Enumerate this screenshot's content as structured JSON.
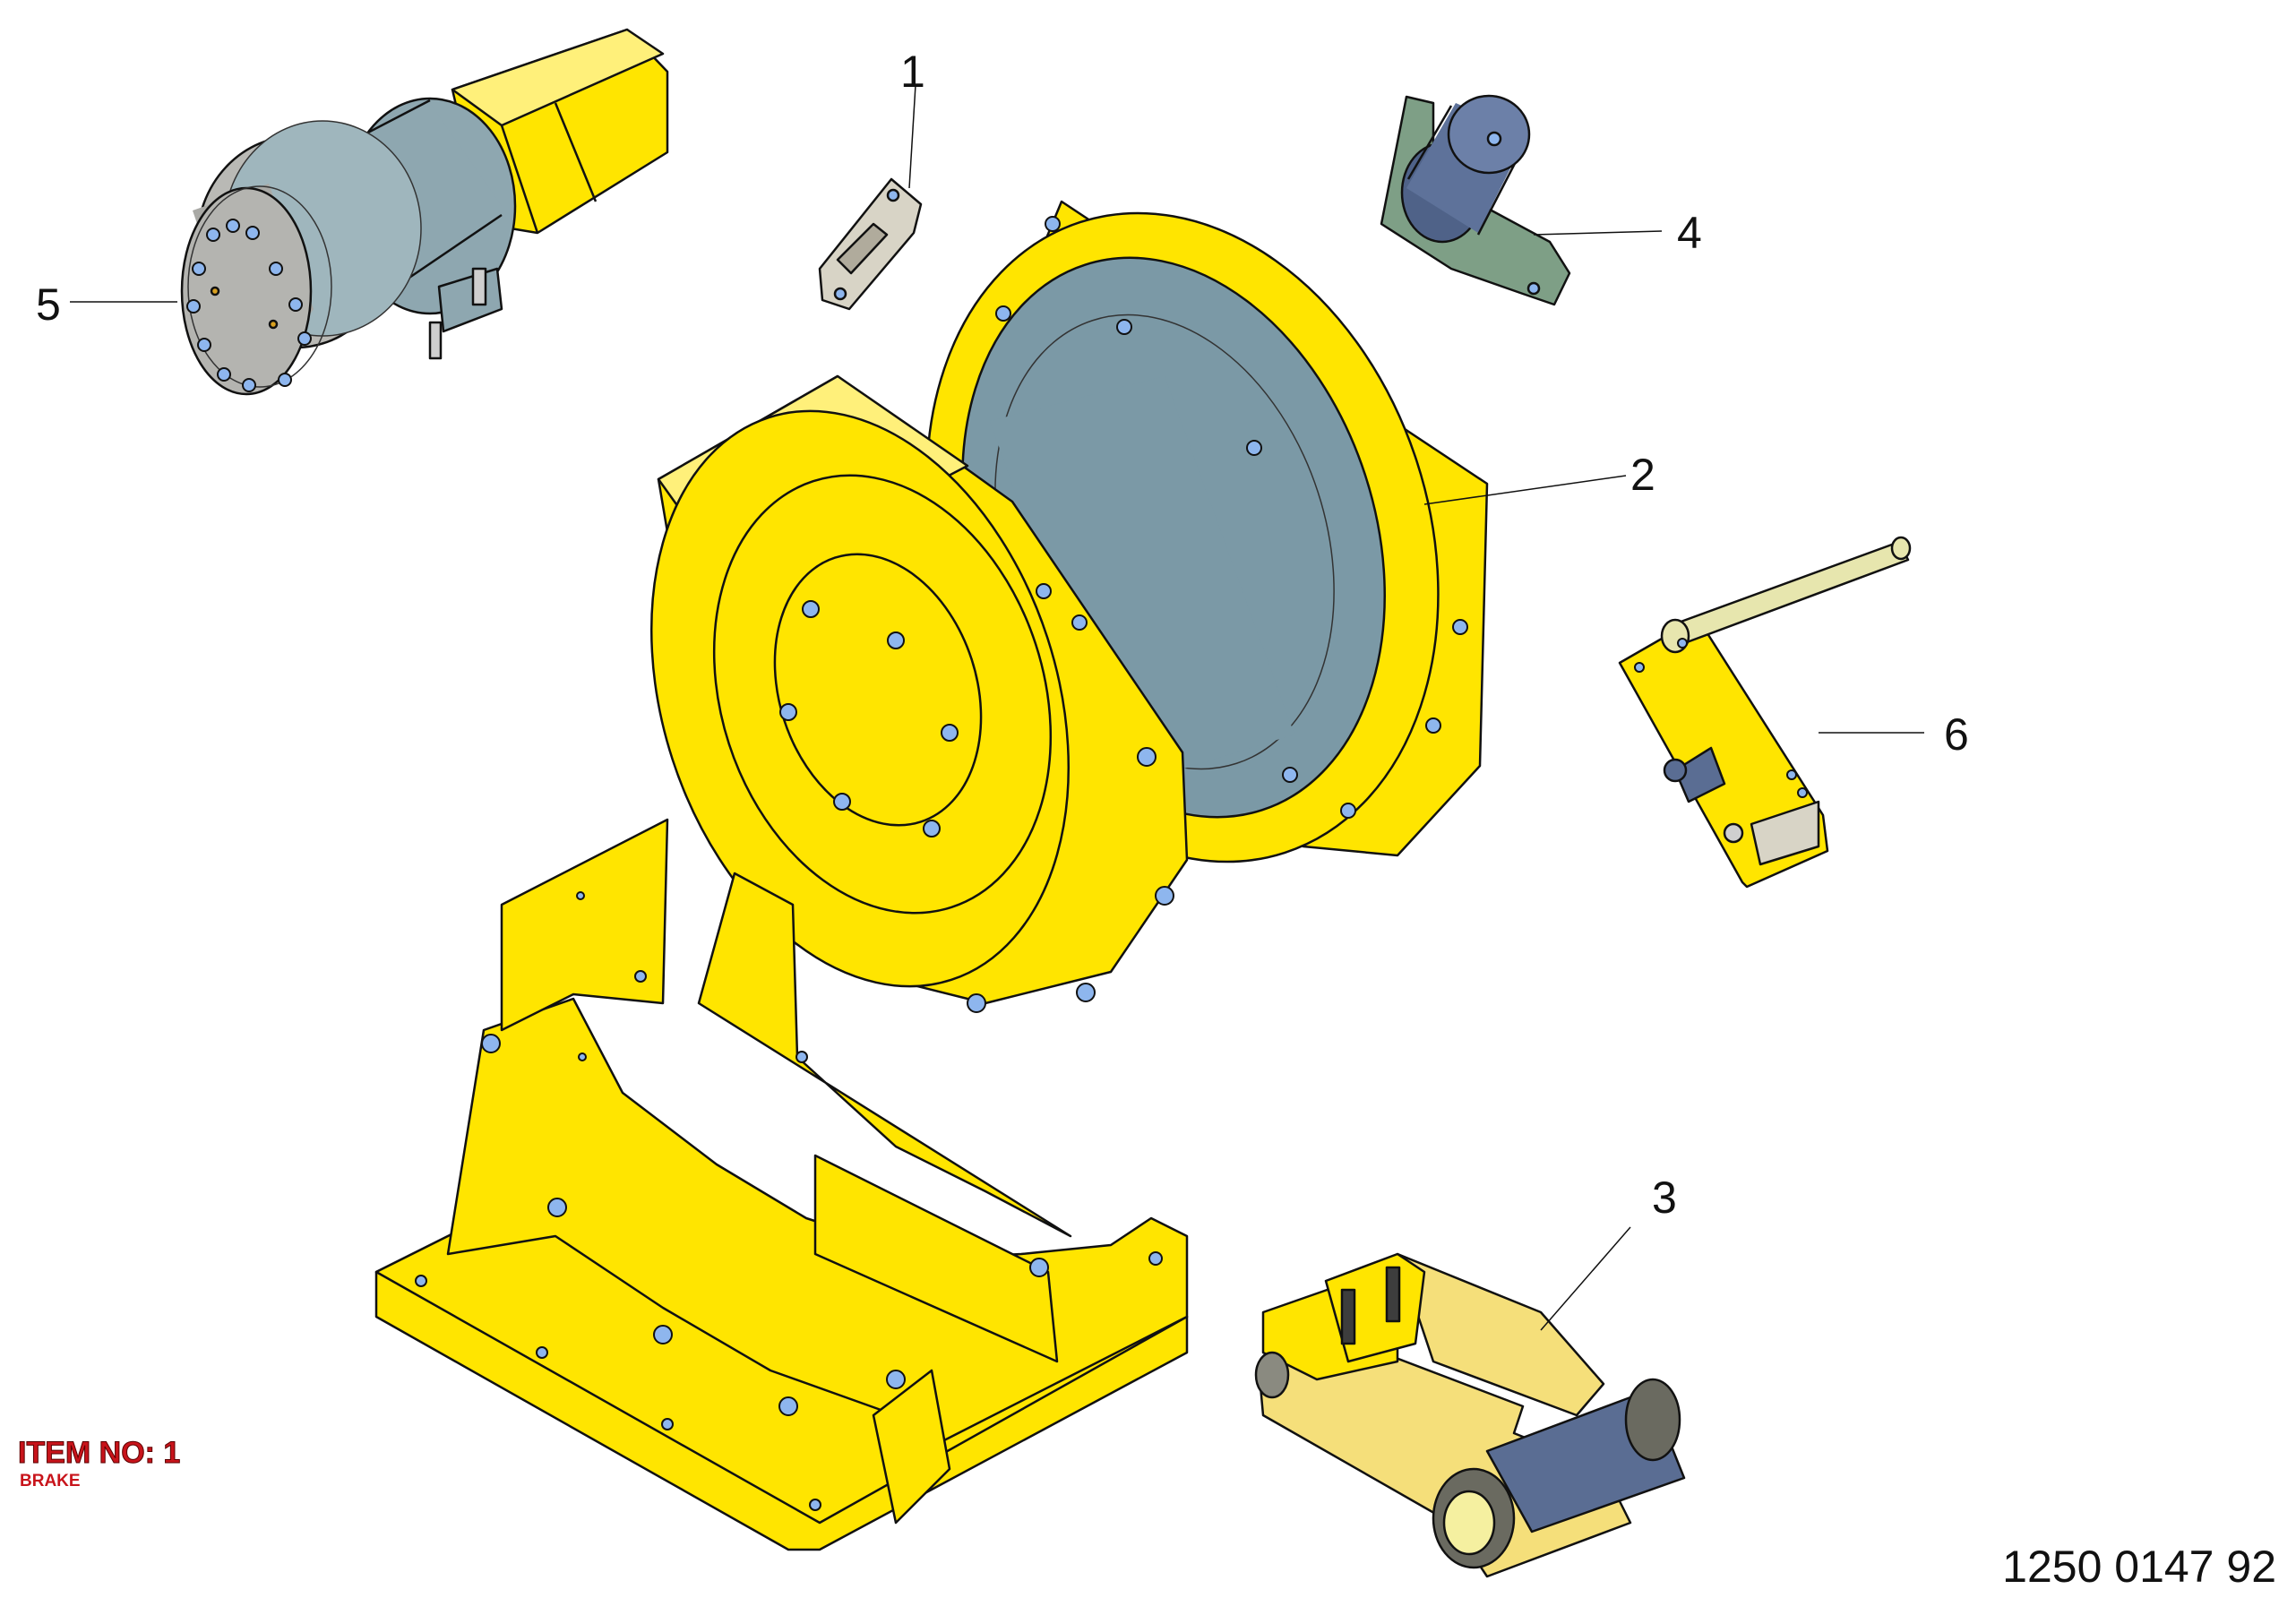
{
  "callouts": [
    {
      "id": "1",
      "label": "1"
    },
    {
      "id": "2",
      "label": "2"
    },
    {
      "id": "3",
      "label": "3"
    },
    {
      "id": "4",
      "label": "4"
    },
    {
      "id": "5",
      "label": "5"
    },
    {
      "id": "6",
      "label": "6"
    }
  ],
  "item": {
    "title": "ITEM NO: 1",
    "subtitle": "BRAKE"
  },
  "drawing_number": "1250 0147 92",
  "colors": {
    "yellow": "#ffe500",
    "grey_blue": "#7b99a6",
    "light_grey": "#b9b9b5",
    "green": "#7e9f86",
    "navy": "#5a6d93",
    "pale_yellow": "#f5df7a",
    "cream": "#e7e6ae",
    "outline": "#111111",
    "text_red": "#c8141b"
  }
}
